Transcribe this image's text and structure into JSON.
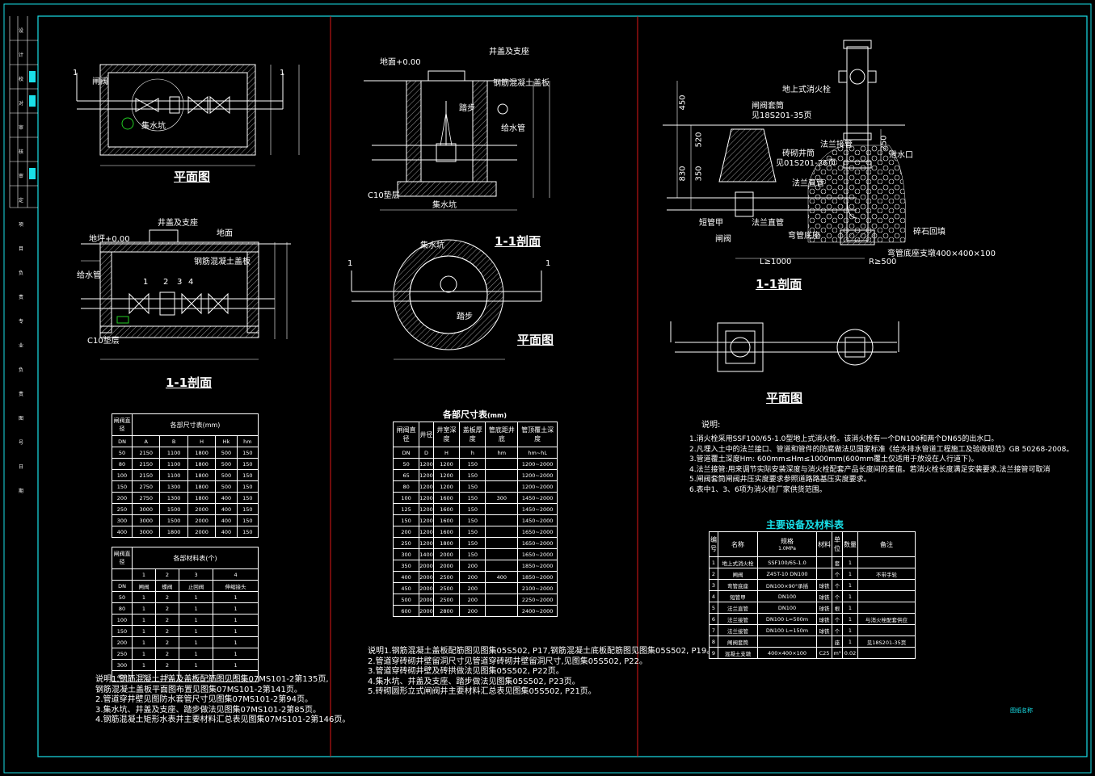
{
  "colors": {
    "background": "#000000",
    "frame": "#19e0e8",
    "divider": "#e01818",
    "lines": "#ffffff",
    "accent_green": "#22cc22",
    "title_cyan": "#19e0e8"
  },
  "panel1": {
    "plan_title": "平面图",
    "section_title": "1-1剖面",
    "plan_labels": {
      "valve": "闸阀",
      "well": "集水坑",
      "cut": "1"
    },
    "section_labels": {
      "cover": "井盖及支座",
      "ground": "地面",
      "elev": "地坪+0.00",
      "slab": "钢筋混凝土盖板",
      "pipe": "给水管",
      "c10": "C10垫层",
      "label_1": "1",
      "label_2": "2",
      "label_3": "3",
      "label_4": "4"
    },
    "table1": {
      "title": "各部尺寸表",
      "unit": "(mm)",
      "header": [
        "闸阀直径",
        "A",
        "B",
        "H",
        "Hk",
        "hm"
      ],
      "rows": [
        [
          "50",
          "2150",
          "1100",
          "1800",
          "500",
          "150"
        ],
        [
          "80",
          "2150",
          "1100",
          "1800",
          "500",
          "150"
        ],
        [
          "100",
          "2150",
          "1100",
          "1800",
          "500",
          "150"
        ],
        [
          "150",
          "2750",
          "1300",
          "1800",
          "500",
          "150"
        ],
        [
          "200",
          "2750",
          "1300",
          "1800",
          "400",
          "150"
        ],
        [
          "250",
          "3000",
          "1500",
          "2000",
          "400",
          "150"
        ],
        [
          "300",
          "3000",
          "1500",
          "2000",
          "400",
          "150"
        ],
        [
          "400",
          "3000",
          "1800",
          "2000",
          "400",
          "150"
        ]
      ]
    },
    "table2": {
      "title": "各部材料表",
      "unit": "(个)",
      "header": [
        "闸阀直径",
        "1",
        "2",
        "3",
        "4"
      ],
      "subheader": [
        "DN",
        "闸阀",
        "蝶阀",
        "止回阀",
        "伸缩接头"
      ],
      "rows": [
        [
          "50",
          "1",
          "2",
          "1",
          "1"
        ],
        [
          "80",
          "1",
          "2",
          "1",
          "1"
        ],
        [
          "100",
          "1",
          "2",
          "1",
          "1"
        ],
        [
          "150",
          "1",
          "2",
          "1",
          "1"
        ],
        [
          "200",
          "1",
          "2",
          "1",
          "1"
        ],
        [
          "250",
          "1",
          "2",
          "1",
          "1"
        ],
        [
          "300",
          "1",
          "2",
          "1",
          "1"
        ],
        [
          "400",
          "1",
          "2",
          "1",
          "1"
        ]
      ]
    },
    "notes": [
      "说明1.钢筋混凝土井盖及盖板配筋图见图集07MS101-2第135页,",
      "    钢筋混凝土盖板平面图布置见图集07MS101-2第141页。",
      "2.管道穿井壁见图防水套管尺寸见图集07MS101-2第94页。",
      "3.集水坑、井盖及支座、踏步做法见图集07MS101-2第85页。",
      "4.钢筋混凝土矩形水表井主要材料汇总表见图集07MS101-2第146页。"
    ]
  },
  "panel2": {
    "section_title": "1-1剖面",
    "plan_title": "平面图",
    "section_labels": {
      "cover": "井盖及支座",
      "elev": "地面+0.00",
      "slab": "钢筋混凝土盖板",
      "step": "踏步",
      "pipe": "给水管",
      "c10": "C10垫层",
      "pit": "集水坑"
    },
    "plan_labels": {
      "cut": "1",
      "pit": "集水坑",
      "step": "踏步"
    },
    "table": {
      "title": "各部尺寸表",
      "unit": "(mm)",
      "header": [
        "闸阀直径",
        "井径",
        "井室深度",
        "盖板厚度",
        "管底距井底",
        "管顶覆土深度"
      ],
      "subheader": [
        "DN",
        "D",
        "H",
        "h",
        "hm",
        "hm~hL"
      ],
      "rows": [
        [
          "50",
          "1200",
          "1200",
          "150",
          "",
          "1200~2000"
        ],
        [
          "65",
          "1200",
          "1200",
          "150",
          "",
          "1200~2000"
        ],
        [
          "80",
          "1200",
          "1200",
          "150",
          "",
          "1200~2000"
        ],
        [
          "100",
          "1200",
          "1600",
          "150",
          "300",
          "1450~2000"
        ],
        [
          "125",
          "1200",
          "1600",
          "150",
          "",
          "1450~2000"
        ],
        [
          "150",
          "1200",
          "1600",
          "150",
          "",
          "1450~2000"
        ],
        [
          "200",
          "1200",
          "1600",
          "150",
          "",
          "1650~2000"
        ],
        [
          "250",
          "1200",
          "1800",
          "150",
          "",
          "1650~2000"
        ],
        [
          "300",
          "1400",
          "2000",
          "150",
          "",
          "1650~2000"
        ],
        [
          "350",
          "2000",
          "2000",
          "200",
          "",
          "1850~2000"
        ],
        [
          "400",
          "2000",
          "2500",
          "200",
          "400",
          "1850~2000"
        ],
        [
          "450",
          "2000",
          "2500",
          "200",
          "",
          "2100~2000"
        ],
        [
          "500",
          "2000",
          "2500",
          "200",
          "",
          "2250~2000"
        ],
        [
          "600",
          "2000",
          "2800",
          "200",
          "",
          "2400~2000"
        ]
      ]
    },
    "notes": [
      "说明1.钢筋混凝土盖板配筋图见图集05S502, P17,钢筋混凝土底板配筋图见图集05S502, P19。",
      "2.管道穿砖砌井壁留洞尺寸见管道穿砖砌井壁留洞尺寸,见图集05S502, P22。",
      "3.管道穿砖砌井壁及砖拱做法见图集05S502, P22页。",
      "4.集水坑、井盖及支座、踏步做法见图集05S502, P23页。",
      "5.砖砌圆形立式闸阀井主要材料汇总表见图集05S502, P21页。"
    ]
  },
  "panel3": {
    "section_title": "1-1剖面",
    "plan_title": "平面图",
    "labels": {
      "hydrant": "地上式消火栓",
      "valve_well": "闸阀套筒",
      "valve_ref": "见18S201-35页",
      "brick_well": "砖砌井筒",
      "brick_ref": "见01S201-26页",
      "flange_tube": "法兰接管",
      "flange_straight": "法兰直管",
      "elbow": "弯管底座",
      "short_pipe": "短管甲",
      "gate": "闸阀",
      "drain": "泄水口",
      "gravel": "碎石回填",
      "base": "弯管底座支墩400×400×100",
      "dim_l": "L≥1000",
      "dim_r": "R≥500",
      "d450": "450",
      "d520": "520",
      "d250": "250",
      "d350": "350",
      "d830": "830"
    },
    "notes_title": "说明:",
    "notes": [
      "1.消火栓采用SSF100/65-1.0型地上式消火栓。该消火栓有一个DN100和两个DN65的出水口。",
      "2.凡埋入土中的法兰接口、管道和管件的防腐做法见国家标准《给水排水管道工程施工及验收规范》GB 50268-2008。",
      "3.管道覆土深度Hm: 600mm≤Hm≤1000mm(600mm覆土仅适用于放设在人行道下)。",
      "4.法兰接管:用来调节实际安装深度与消火栓配套产品长度间的差值。若消火栓长度满足安装要求,法兰接管可取消",
      "5.闸阀套筒闸阀井压实度要求参照道路路基压实度要求。",
      "6.表中1、3、6项为消火栓厂家供货范围。"
    ],
    "table": {
      "title": "主要设备及材料表",
      "header": [
        "编号",
        "名称",
        "规格",
        "材料",
        "单位",
        "数量",
        "备注"
      ],
      "spec_sub": "1.0MPa",
      "rows": [
        [
          "1",
          "地上式消火栓",
          "SSF100/65-1.0",
          "",
          "套",
          "1",
          ""
        ],
        [
          "2",
          "闸阀",
          "Z45T-10 DN100",
          "",
          "个",
          "1",
          "不带手轮"
        ],
        [
          "3",
          "弯管底座",
          "DN100×90°承插",
          "球铁",
          "个",
          "1",
          ""
        ],
        [
          "4",
          "短管甲",
          "DN100",
          "球铁",
          "个",
          "1",
          ""
        ],
        [
          "5",
          "法兰直管",
          "DN100",
          "球铁",
          "根",
          "1",
          ""
        ],
        [
          "6",
          "法兰接管",
          "DN100 L=500m",
          "球铁",
          "个",
          "1",
          "与消火栓配套供应"
        ],
        [
          "7",
          "法兰接管",
          "DN100 L=150m",
          "球铁",
          "个",
          "1",
          ""
        ],
        [
          "8",
          "闸阀套筒",
          "",
          "",
          "座",
          "1",
          "见18S201-35页"
        ],
        [
          "9",
          "混凝土支墩",
          "400×400×100",
          "C25",
          "m³",
          "0.02",
          ""
        ]
      ]
    },
    "stamp": "图纸名称"
  },
  "titleblock": {
    "rows": [
      "设计",
      "校对",
      "审核",
      "审定",
      "项目负责",
      "专业负责",
      "图号",
      "日期"
    ]
  }
}
